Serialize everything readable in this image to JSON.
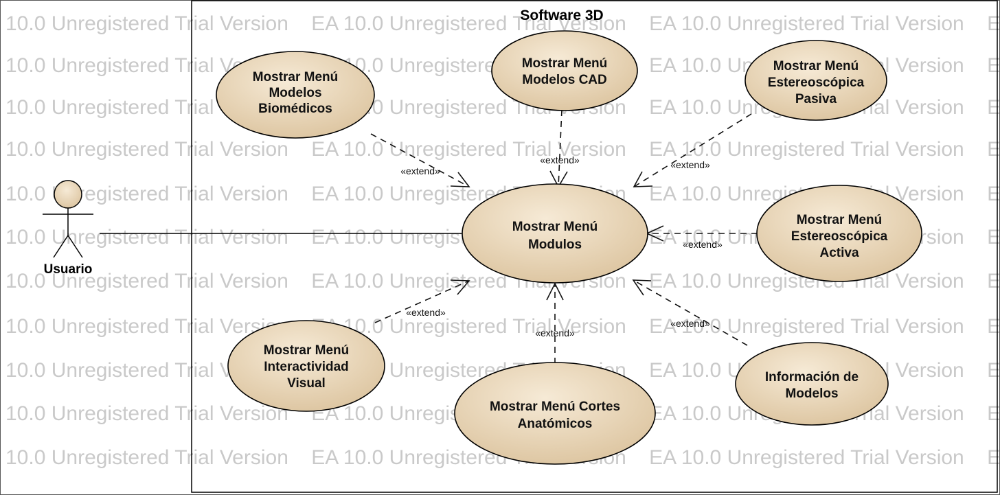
{
  "watermark": "10.0 Unregistered Trial Version    EA 10.0 Unregistered Trial Version    EA 10.0 Unregistered Trial Version    EA 10.0 Unregistered Trial Version",
  "system": {
    "title": "Software 3D"
  },
  "actor": {
    "name": "Usuario"
  },
  "use_cases": {
    "modulos": [
      "Mostrar Menú",
      "Modulos"
    ],
    "biomedicos": [
      "Mostrar Menú",
      "Modelos",
      "Biomédicos"
    ],
    "cad": [
      "Mostrar Menú",
      "Modelos CAD"
    ],
    "pasiva": [
      "Mostrar Menú",
      "Estereoscópica",
      "Pasiva"
    ],
    "activa": [
      "Mostrar Menú",
      "Estereoscópica",
      "Activa"
    ],
    "interactividad": [
      "Mostrar Menú",
      "Interactividad",
      "Visual"
    ],
    "cortes": [
      "Mostrar Menú Cortes",
      "Anatómicos"
    ],
    "informacion": [
      "Información de",
      "Modelos"
    ]
  },
  "relations": {
    "extend_label": "«extend»"
  },
  "colors": {
    "usecase_fill_light": "#f6ead6",
    "usecase_fill_dark": "#dcc49f",
    "border": "#000000",
    "watermark": "#c9c9c9"
  }
}
